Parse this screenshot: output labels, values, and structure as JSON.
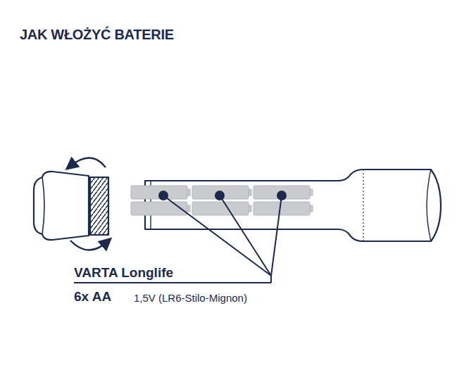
{
  "diagram": {
    "title": "JAK WŁOŻYĆ BATERIE",
    "labels": [
      "VARTA Longlife",
      "6x AA",
      "1,5V (LR6-Stilo-Mignon)"
    ]
  }
}
